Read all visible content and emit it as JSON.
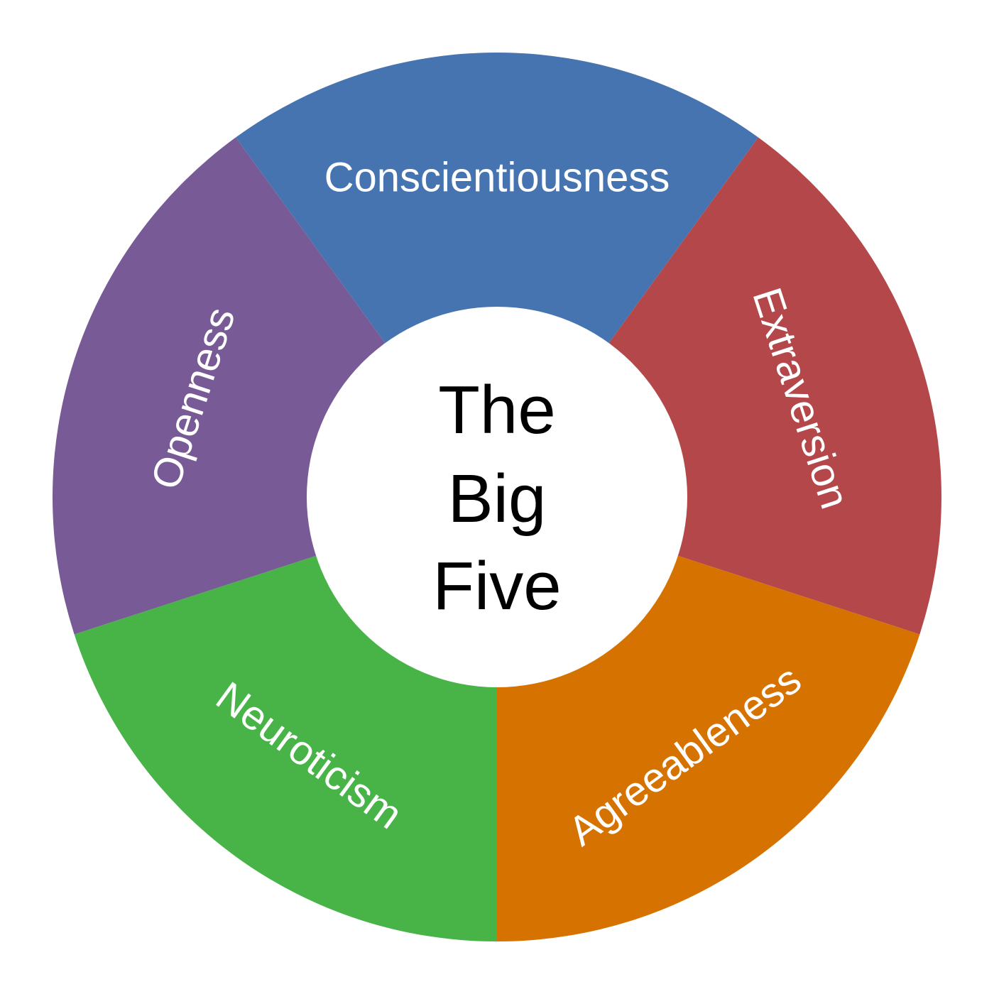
{
  "diagram": {
    "center": {
      "lines": [
        "The",
        "Big",
        "Five"
      ],
      "fill": "#ffffff",
      "text_color": "#000000"
    },
    "segments": [
      {
        "label": "Conscientiousness",
        "color": "#4674B0"
      },
      {
        "label": "Extraversion",
        "color": "#B44749"
      },
      {
        "label": "Agreeableness",
        "color": "#D67200"
      },
      {
        "label": "Neuroticism",
        "color": "#48B448"
      },
      {
        "label": "Openness",
        "color": "#775A96"
      }
    ]
  }
}
